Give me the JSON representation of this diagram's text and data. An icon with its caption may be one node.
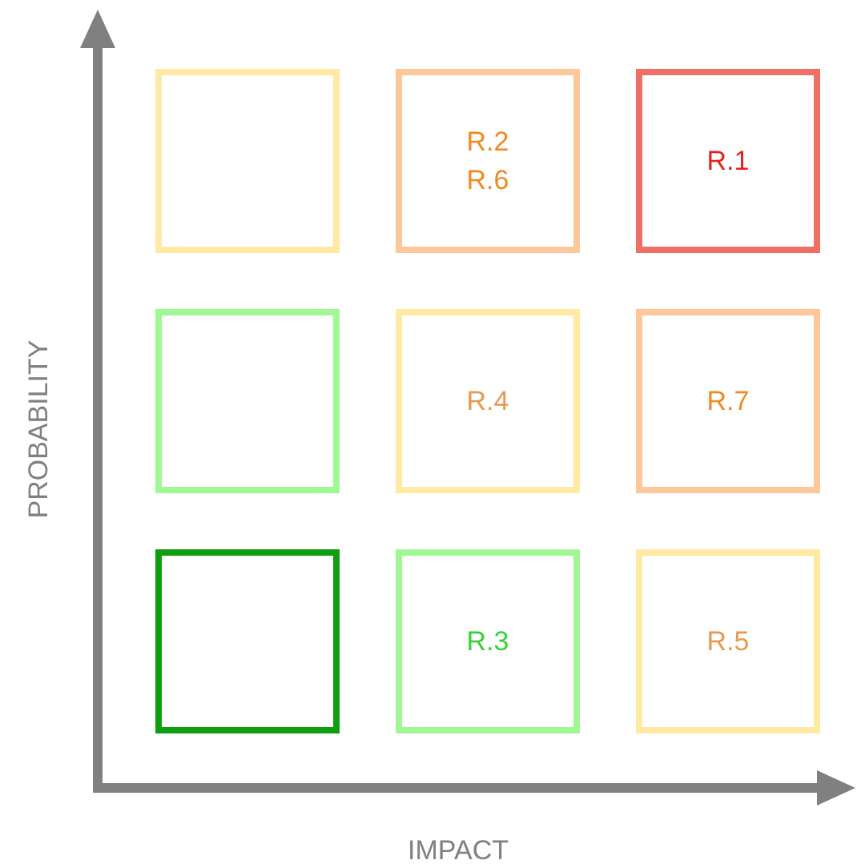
{
  "diagram": {
    "nodes": [
      {
        "text": [],
        "shape": "box"
      },
      {
        "text": [
          "R.2",
          "R.6"
        ]
      },
      {
        "text": [
          "R.1"
        ]
      },
      {
        "text": [],
        "shape": "box"
      },
      {
        "text": [
          "R.4"
        ]
      },
      {
        "text": [
          "R.7"
        ]
      },
      {
        "text": [],
        "shape": "box"
      },
      {
        "text": [
          "R.3"
        ]
      },
      {
        "text": [
          "R.5"
        ]
      }
    ],
    "labels": [
      "PROBABILITY",
      "IMPACT"
    ]
  }
}
